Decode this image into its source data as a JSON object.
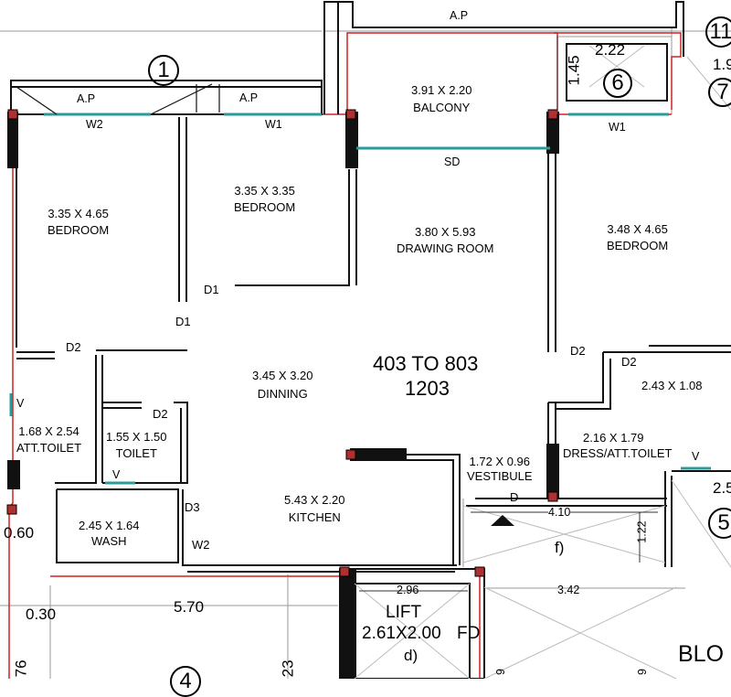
{
  "plan": {
    "unit_title": "403 TO 803",
    "unit_no": "1203",
    "rooms": [
      {
        "id": "bedroom_left",
        "size": "3.35 X 4.65",
        "name": "BEDROOM"
      },
      {
        "id": "bedroom_mid",
        "size": "3.35 X 3.35",
        "name": "BEDROOM"
      },
      {
        "id": "balcony",
        "size": "3.91 X 2.20",
        "name": "BALCONY"
      },
      {
        "id": "drawing",
        "size": "3.80 X 5.93",
        "name": "DRAWING ROOM"
      },
      {
        "id": "bedroom_right",
        "size": "3.48 X 4.65",
        "name": "BEDROOM"
      },
      {
        "id": "dinning",
        "size": "3.45 X 3.20",
        "name": "DINNING"
      },
      {
        "id": "att_toilet",
        "size": "1.68 X 2.54",
        "name": "ATT.TOILET"
      },
      {
        "id": "toilet",
        "size": "1.55 X 1.50",
        "name": "TOILET"
      },
      {
        "id": "wash",
        "size": "2.45 X 1.64",
        "name": "WASH"
      },
      {
        "id": "kitchen",
        "size": "5.43 X 2.20",
        "name": "KITCHEN"
      },
      {
        "id": "vestibule",
        "size": "1.72 X 0.96",
        "name": "VESTIBULE"
      },
      {
        "id": "dress",
        "size": "2.16 X 1.79",
        "name": "DRESS/ATT.TOILET"
      },
      {
        "id": "small_room",
        "size": "2.43 X 1.08",
        "name": ""
      },
      {
        "id": "lift",
        "size": "2.61X2.00",
        "name": "LIFT"
      }
    ],
    "openings": {
      "ap1": "A.P",
      "ap2": "A.P",
      "ap3": "A.P",
      "w2_top": "W2",
      "w1_top": "W1",
      "w1_right": "W1",
      "w2_wash": "W2",
      "sd": "SD",
      "d1a": "D1",
      "d1b": "D1",
      "d2a": "D2",
      "d2b": "D2",
      "d2c": "D2",
      "d2d": "D2",
      "d3": "D3",
      "d_vest": "D",
      "v1": "V",
      "v2": "V",
      "v3": "V",
      "fd": "FD"
    },
    "dimensions": {
      "d145": "1.45",
      "d222": "2.22",
      "d060": "0.60",
      "d030": "0.30",
      "d570": "5.70",
      "d296": "2.96",
      "d342": "3.42",
      "d410": "4.10",
      "d122": "1.22",
      "d25": "2.5",
      "d19": "1.9",
      "d76": "76",
      "d23": "23",
      "d9a": "9",
      "d9b": "9"
    },
    "markers": {
      "m1": "1",
      "m6": "6",
      "m7": "7",
      "m5": "5",
      "m11": "11",
      "m4": "4",
      "f_label": "f)",
      "d_label": "d)"
    },
    "misc": {
      "blo": "BLO"
    }
  }
}
